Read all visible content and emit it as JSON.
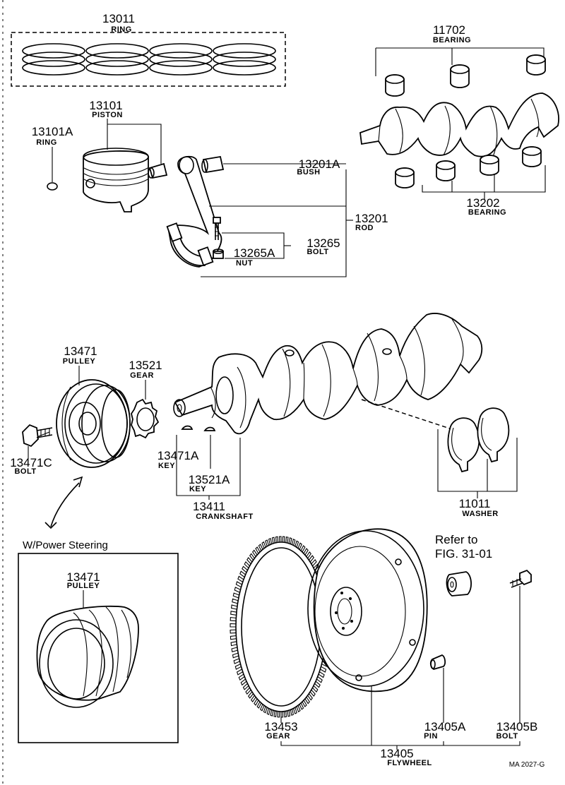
{
  "parts": {
    "ring_set": {
      "number": "13011",
      "name": "RING"
    },
    "piston": {
      "number": "13101",
      "name": "PISTON"
    },
    "piston_ring": {
      "number": "13101A",
      "name": "RING"
    },
    "bearing_upper": {
      "number": "11702",
      "name": "BEARING"
    },
    "bush": {
      "number": "13201A",
      "name": "BUSH"
    },
    "rod": {
      "number": "13201",
      "name": "ROD"
    },
    "rod_bolt": {
      "number": "13265",
      "name": "BOLT"
    },
    "rod_nut": {
      "number": "13265A",
      "name": "NUT"
    },
    "bearing_lower": {
      "number": "13202",
      "name": "BEARING"
    },
    "pulley": {
      "number": "13471",
      "name": "PULLEY"
    },
    "timing_gear": {
      "number": "13521",
      "name": "GEAR"
    },
    "pulley_bolt": {
      "number": "13471C",
      "name": "BOLT"
    },
    "pulley_key": {
      "number": "13471A",
      "name": "KEY"
    },
    "gear_key": {
      "number": "13521A",
      "name": "KEY"
    },
    "crankshaft": {
      "number": "13411",
      "name": "CRANKSHAFT"
    },
    "washer": {
      "number": "11011",
      "name": "WASHER"
    },
    "ps_pulley": {
      "number": "13471",
      "name": "PULLEY"
    },
    "ring_gear": {
      "number": "13453",
      "name": "GEAR"
    },
    "flywheel_pin": {
      "number": "13405A",
      "name": "PIN"
    },
    "flywheel_bolt": {
      "number": "13405B",
      "name": "BOLT"
    },
    "flywheel": {
      "number": "13405",
      "name": "FLYWHEEL"
    }
  },
  "notes": {
    "power_steering": "W/Power Steering",
    "refer_line1": "Refer to",
    "refer_line2": "FIG. 31-01",
    "code": "MA  2027-G"
  }
}
